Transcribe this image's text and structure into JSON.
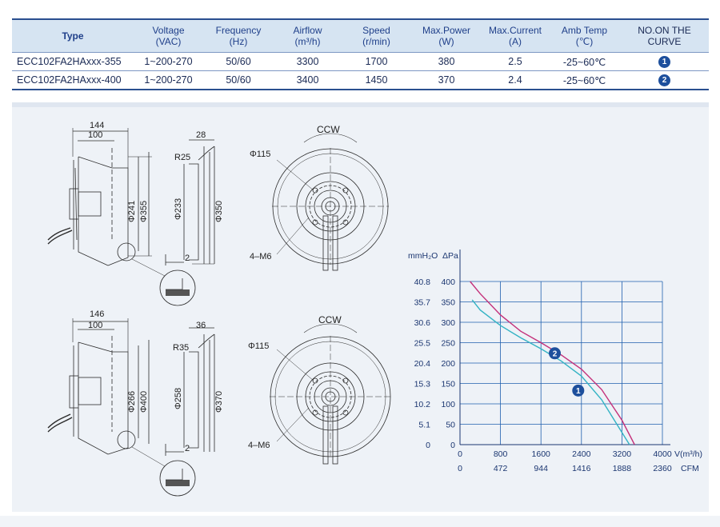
{
  "spec_table": {
    "headers": {
      "type": "Type",
      "voltage": [
        "Voltage",
        "(VAC)"
      ],
      "frequency": [
        "Frequency",
        "(Hz)"
      ],
      "airflow": [
        "Airflow",
        "(m³/h)"
      ],
      "speed": [
        "Speed",
        "(r/min)"
      ],
      "power": [
        "Max.Power",
        "(W)"
      ],
      "current": [
        "Max.Current",
        "(A)"
      ],
      "temp": [
        "Amb Temp",
        "(℃)"
      ],
      "curve": "NO.ON THE CURVE"
    },
    "rows": [
      {
        "type": "ECC102FA2HAxxx-355",
        "voltage": "1~200-270",
        "frequency": "50/60",
        "airflow": "3300",
        "speed": "1700",
        "power": "380",
        "current": "2.5",
        "temp": "-25~60℃",
        "curve": "1"
      },
      {
        "type": "ECC102FA2HAxxx-400",
        "voltage": "1~200-270",
        "frequency": "50/60",
        "airflow": "3400",
        "speed": "1450",
        "power": "370",
        "current": "2.4",
        "temp": "-25~60℃",
        "curve": "2"
      }
    ]
  },
  "drawings": {
    "top": {
      "side_dim_outer": "144",
      "side_dim_inner": "100",
      "dia_inner": "Φ241",
      "dia_outer": "Φ355",
      "rim_width": "28",
      "radius": "R25",
      "dia_inlet": "Φ233",
      "dia_rim": "Φ350",
      "gap": "2",
      "rotation": "CCW",
      "hub_dia": "Φ115",
      "screws": "4–M6"
    },
    "bottom": {
      "side_dim_outer": "146",
      "side_dim_inner": "100",
      "dia_inner": "Φ266",
      "dia_outer": "Φ400",
      "rim_width": "36",
      "radius": "R35",
      "dia_inlet": "Φ258",
      "dia_rim": "Φ370",
      "gap": "2",
      "rotation": "CCW",
      "hub_dia": "Φ115",
      "screws": "4–M6"
    }
  },
  "chart_data": {
    "type": "line",
    "y_left_label": "mmH₂O",
    "y_right_label": "ΔPa",
    "y_left_ticks": [
      "40.8",
      "35.7",
      "30.6",
      "25.5",
      "20.4",
      "15.3",
      "10.2",
      "5.1",
      "0"
    ],
    "y_right_ticks": [
      "400",
      "350",
      "300",
      "250",
      "200",
      "150",
      "100",
      "50",
      "0"
    ],
    "x_label": "V(m³/h)",
    "x_ticks": [
      "0",
      "800",
      "1600",
      "2400",
      "3200",
      "4000"
    ],
    "x2_label": "CFM",
    "x2_ticks": [
      "0",
      "472",
      "944",
      "1416",
      "1888",
      "2360"
    ],
    "xlim": [
      0,
      4000
    ],
    "ylim": [
      0,
      400
    ],
    "grid": true,
    "series": [
      {
        "name": "1",
        "color": "#33b3c4",
        "x": [
          240,
          400,
          800,
          1200,
          1600,
          2000,
          2400,
          2800,
          3200,
          3350
        ],
        "y": [
          355,
          330,
          292,
          262,
          235,
          205,
          168,
          110,
          30,
          0
        ]
      },
      {
        "name": "2",
        "color": "#c4307a",
        "x": [
          200,
          400,
          800,
          1200,
          1600,
          2000,
          2400,
          2800,
          3200,
          3450
        ],
        "y": [
          400,
          370,
          318,
          278,
          250,
          220,
          185,
          135,
          60,
          0
        ]
      }
    ]
  }
}
